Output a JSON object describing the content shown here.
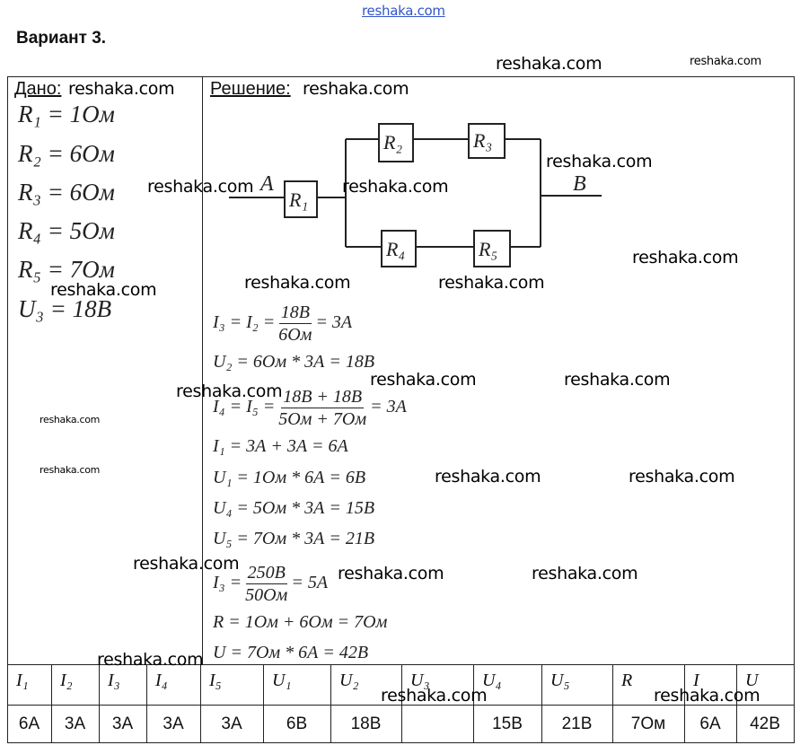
{
  "watermark": "reshaka.com",
  "title": "Вариант 3.",
  "given": {
    "header": "Дано:",
    "items": [
      "R₁ = 1Ом",
      "R₂ = 6Ом",
      "R₃ = 6Ом",
      "R₄ = 5Ом",
      "R₅ = 7Ом",
      "U₃ = 18В"
    ]
  },
  "solution": {
    "header": "Решение:",
    "circuit": {
      "node_a": "A",
      "node_b": "B",
      "r1": "R₁",
      "r2": "R₂",
      "r3": "R₃",
      "r4": "R₄",
      "r5": "R₅"
    },
    "lines": [
      {
        "pre": "I₃ = I₂ =",
        "num": "18В",
        "den": "6Ом",
        "post": "= 3А"
      },
      {
        "text": "U₂ = 6Ом * 3А = 18В"
      },
      {
        "pre": "I₄ = I₅ =",
        "num": "18В + 18В",
        "den": "5Ом + 7Ом",
        "post": "= 3А"
      },
      {
        "text": "I₁ = 3А + 3А = 6А"
      },
      {
        "text": "U₁ = 1Ом * 6А = 6В"
      },
      {
        "text": "U₄ = 5Ом * 3А = 15В"
      },
      {
        "text": "U₅ = 7Ом * 3А = 21В"
      },
      {
        "pre": "I₃ =",
        "num": "250В",
        "den": "50Ом",
        "post": "= 5А"
      },
      {
        "text": "R = 1Ом + 6Ом = 7Ом"
      },
      {
        "text": "U = 7Ом * 6А = 42В"
      }
    ]
  },
  "answer_table": {
    "headers": [
      "I₁",
      "I₂",
      "I₃",
      "I₄",
      "I₅",
      "U₁",
      "U₂",
      "U₃",
      "U₄",
      "U₅",
      "R",
      "I",
      "U"
    ],
    "values": [
      "6А",
      "3А",
      "3А",
      "3А",
      "3А",
      "6В",
      "18В",
      "",
      "15В",
      "21В",
      "7Ом",
      "6А",
      "42В"
    ]
  }
}
